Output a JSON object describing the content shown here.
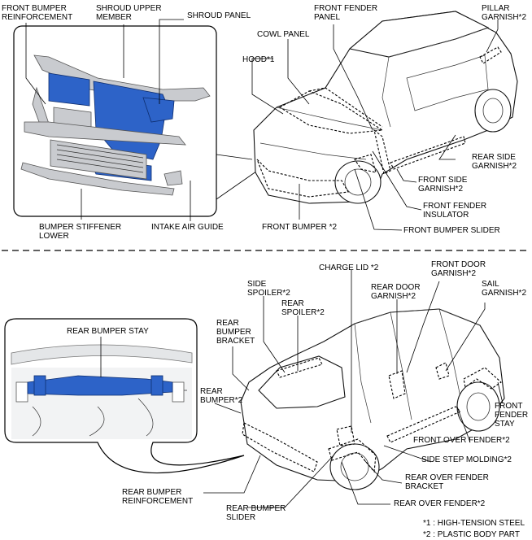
{
  "front_labels": {
    "front_bumper_reinforcement": [
      "FRONT BUMPER",
      "REINFORCEMENT"
    ],
    "shroud_upper_member": [
      "SHROUD UPPER",
      "MEMBER"
    ],
    "shroud_panel": [
      "SHROUD PANEL"
    ],
    "front_fender_panel": [
      "FRONT FENDER",
      "PANEL"
    ],
    "pillar_garnish": [
      "PILLAR",
      "GARNISH*2"
    ],
    "cowl_panel": [
      "COWL PANEL"
    ],
    "hood": [
      "HOOD*1"
    ],
    "rear_side_garnish": [
      "REAR SIDE",
      "GARNISH*2"
    ],
    "front_side_garnish": [
      "FRONT SIDE",
      "GARNISH*2"
    ],
    "front_fender_insulator": [
      "FRONT FENDER",
      "INSULATOR"
    ],
    "bumper_stiffener_lower": [
      "BUMPER STIFFENER",
      "LOWER"
    ],
    "intake_air_guide": [
      "INTAKE AIR GUIDE"
    ],
    "front_bumper": [
      "FRONT BUMPER *2"
    ],
    "front_bumper_slider": [
      "FRONT BUMPER SLIDER"
    ]
  },
  "rear_labels": {
    "charge_lid": [
      "CHARGE LID *2"
    ],
    "front_door_garnish": [
      "FRONT DOOR",
      "GARNISH*2"
    ],
    "side_spoiler": [
      "SIDE",
      "SPOILER*2"
    ],
    "rear_door_garnish": [
      "REAR DOOR",
      "GARNISH*2"
    ],
    "sail_garnish": [
      "SAIL",
      "GARNISH*2"
    ],
    "rear_spoiler": [
      "REAR",
      "SPOILER*2"
    ],
    "rear_bumper_bracket": [
      "REAR",
      "BUMPER",
      "BRACKET"
    ],
    "rear_bumper_stay": [
      "REAR BUMPER STAY"
    ],
    "rear_bumper": [
      "REAR",
      "BUMPER*2"
    ],
    "front_fender_stay": [
      "FRONT",
      "FENDER",
      "STAY"
    ],
    "front_over_fender": [
      "FRONT OVER FENDER*2"
    ],
    "side_step_molding": [
      "SIDE STEP MOLDING*2"
    ],
    "rear_bumper_reinforcement": [
      "REAR BUMPER",
      "REINFORCEMENT"
    ],
    "rear_over_fender_bracket": [
      "REAR OVER FENDER",
      "BRACKET"
    ],
    "rear_bumper_slider": [
      "REAR BUMPER",
      "SLIDER"
    ],
    "rear_over_fender": [
      "REAR OVER FENDER*2"
    ]
  },
  "legend": {
    "note1": "*1 : HIGH-TENSION STEEL",
    "note2": "*2 : PLASTIC BODY PART"
  }
}
